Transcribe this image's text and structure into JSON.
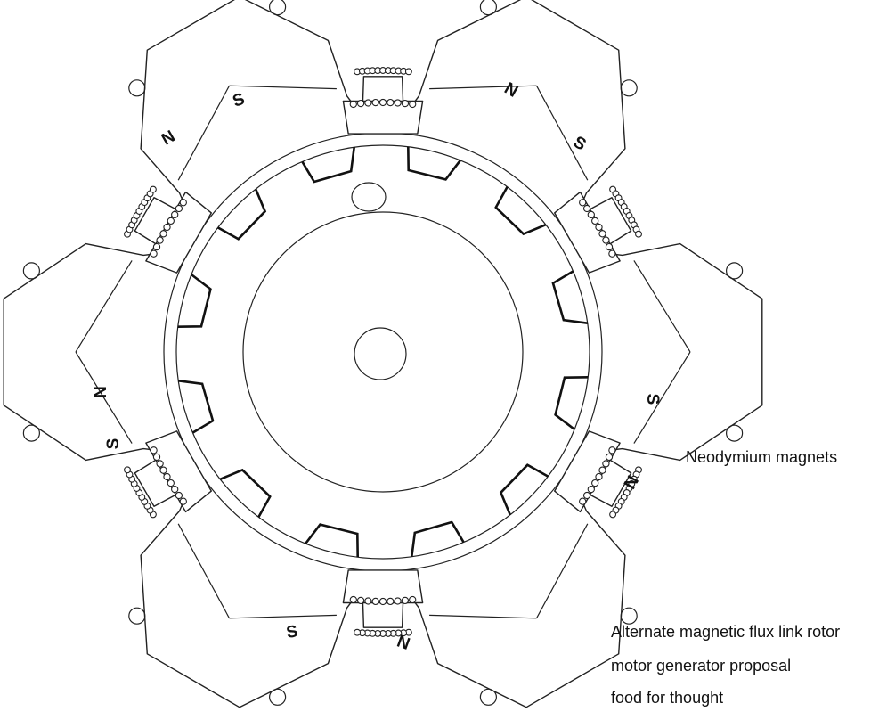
{
  "labels": {
    "magnets": "Neodymium magnets",
    "title_line1": "Alternate magnetic flux link rotor",
    "title_line2": "motor generator proposal",
    "title_line3": "food for thought"
  },
  "pole_letters": [
    "N",
    "S"
  ],
  "colors": {
    "ink": "#222222",
    "background": "#ffffff"
  }
}
